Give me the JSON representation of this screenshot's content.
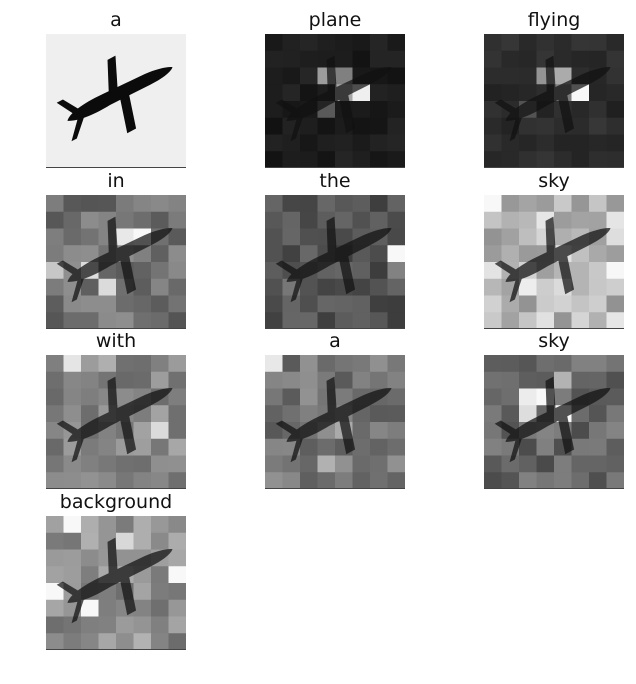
{
  "panels": [
    {
      "label": "a",
      "kind": "original"
    },
    {
      "label": "plane",
      "kind": "attention"
    },
    {
      "label": "flying",
      "kind": "attention"
    },
    {
      "label": "in",
      "kind": "attention"
    },
    {
      "label": "the",
      "kind": "attention"
    },
    {
      "label": "sky",
      "kind": "attention"
    },
    {
      "label": "with",
      "kind": "attention"
    },
    {
      "label": "a",
      "kind": "attention"
    },
    {
      "label": "sky",
      "kind": "attention"
    },
    {
      "label": "background",
      "kind": "attention"
    }
  ],
  "colors": {
    "background": "#ffffff",
    "text": "#111111",
    "sky": "#efefef",
    "plane": "#0b0b0b"
  }
}
